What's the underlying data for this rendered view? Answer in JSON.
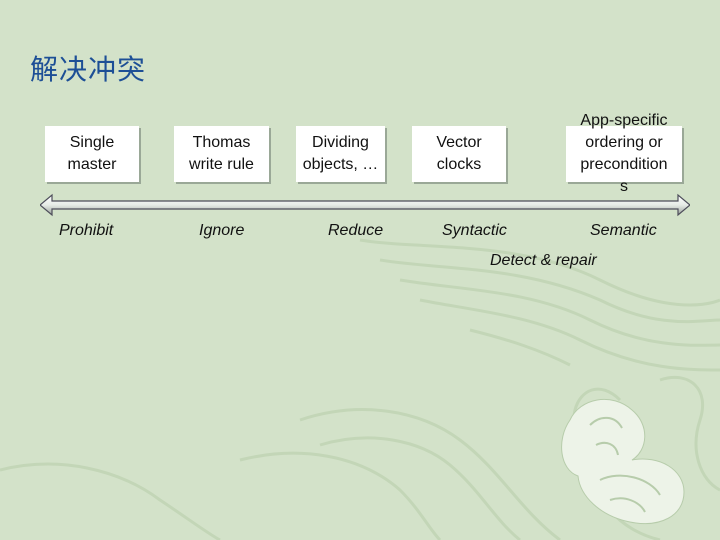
{
  "slide": {
    "title": "解决冲突",
    "cards": [
      {
        "text": "Single\nmaster"
      },
      {
        "text": "Thomas\nwrite rule"
      },
      {
        "text": "Dividing\nobjects, …"
      },
      {
        "text": "Vector\nclocks"
      },
      {
        "text": "App-specific\nordering or\nprecondition\ns"
      }
    ],
    "axis_labels": {
      "prohibit": "Prohibit",
      "ignore": "Ignore",
      "reduce": "Reduce",
      "syntactic": "Syntactic",
      "semantic": "Semantic",
      "detect_repair": "Detect & repair"
    }
  }
}
